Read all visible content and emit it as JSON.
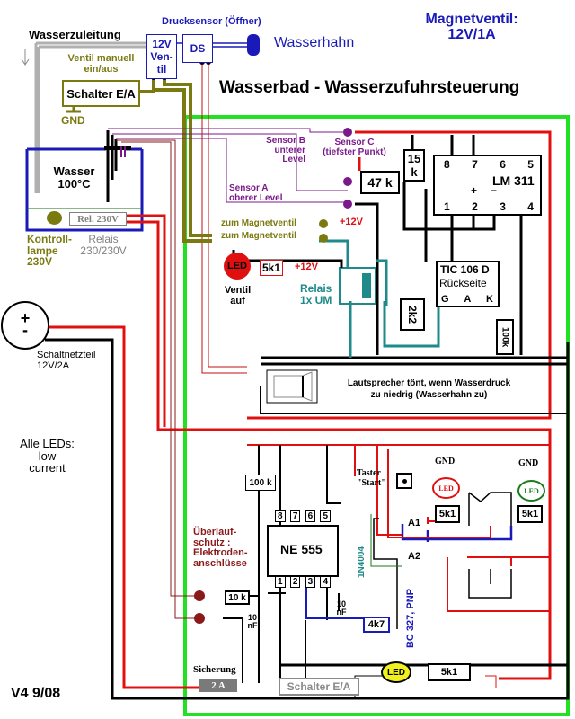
{
  "title": "Wasserbad - Wasserzufuhrsteuerung",
  "version": "V4  9/08",
  "magnetventil_note": {
    "line1": "Magnetventil:",
    "line2": "12V/1A"
  },
  "top": {
    "wasserzuleitung": "Wasserzuleitung",
    "drucksensor_label": "Drucksensor (Öffner)",
    "ventil_box": {
      "line1": "12V",
      "line2": "Ven-",
      "line3": "til"
    },
    "ds_box": "DS",
    "wasserhahn": "Wasserhahn",
    "ventil_manuell": {
      "line1": "Ventil manuell",
      "line2": "ein/aus"
    },
    "schalter_box": "Schalter E/A",
    "gnd": "GND"
  },
  "bath": {
    "wasser": "Wasser",
    "temperature": "100°C",
    "relay_box": "Rel. 230V",
    "kontrolllampe": {
      "line1": "Kontroll-",
      "line2": "lampe",
      "line3": "230V"
    },
    "relais": {
      "line1": "Relais",
      "line2": "230/230V"
    }
  },
  "sensors": {
    "sensor_b": {
      "line1": "Sensor B",
      "line2": "unterer",
      "line3": "Level"
    },
    "sensor_c": {
      "line1": "Sensor C",
      "line2": "(tiefster Punkt)"
    },
    "sensor_a": {
      "line1": "Sensor A",
      "line2": "oberer Level"
    },
    "r47k": "47 k",
    "r15k": {
      "line1": "15",
      "line2": "k"
    }
  },
  "lm311": {
    "label": "LM 311",
    "pins_top": [
      "8",
      "7",
      "6",
      "5"
    ],
    "pins_bottom": [
      "1",
      "2",
      "3",
      "4"
    ],
    "plus": "+",
    "minus": "−"
  },
  "magnet": {
    "zum1": "zum Magnetventil",
    "zum2": "zum Magnetventil",
    "plus12": "+12V"
  },
  "led_ventil": {
    "led": "LED",
    "resistor": "5k1",
    "plus12": "+12V",
    "caption1": "Ventil",
    "caption2": "auf"
  },
  "relais_um": {
    "line1": "Relais",
    "line2": "1x UM"
  },
  "tic106": {
    "line1": "TIC 106 D",
    "line2": "Rückseite",
    "pins": [
      "G",
      "A",
      "K"
    ]
  },
  "r2k2": "2k2",
  "r100k": "100k",
  "speaker_note": {
    "line1": "Lautsprecher tönt, wenn Wasserdruck",
    "line2": "zu niedrig  (Wasserhahn  zu)"
  },
  "power": {
    "symbol_plus": "+",
    "symbol_minus": "-",
    "line1": "Schaltnetzteil",
    "line2": "12V/2A"
  },
  "led_note": {
    "line1": "Alle LEDs:",
    "line2": "low",
    "line3": "current"
  },
  "ne555": {
    "label": "NE 555",
    "pins_top": [
      "8",
      "7",
      "6",
      "5"
    ],
    "pins_bottom": [
      "1",
      "2",
      "3",
      "4"
    ],
    "r100k": "100 k",
    "r10k": "10 k",
    "cap1": {
      "line1": "10",
      "line2": "nF"
    },
    "cap2": {
      "line1": "10",
      "line2": "nF"
    }
  },
  "overflow": {
    "line1": "Überlauf-",
    "line2": "schutz :",
    "line3": "Elektroden-",
    "line4": "anschlüsse"
  },
  "taster": {
    "line1": "Taster",
    "line2": "\"Start\""
  },
  "relay2": {
    "a1": "A1",
    "a2": "A2",
    "diode": "1N4004",
    "transistor": "BC 327, PNP",
    "r4k7": "4k7"
  },
  "leds_right": {
    "gnd1": "GND",
    "led1": "LED",
    "r1": "5k1",
    "gnd2": "GND",
    "led2": "LED",
    "r2": "5k1"
  },
  "bottom": {
    "sicherung": "Sicherung",
    "fuse": "2 A",
    "schalter": "Schalter E/A",
    "led": "LED",
    "resistor": "5k1"
  },
  "colors": {
    "green_frame": "#22e022",
    "wire_red": "#e01010",
    "wire_olive": "#7a7a10",
    "wire_teal": "#1f8a8a",
    "wire_blue": "#1a1ab8",
    "wire_purple": "#7a1a8a"
  }
}
